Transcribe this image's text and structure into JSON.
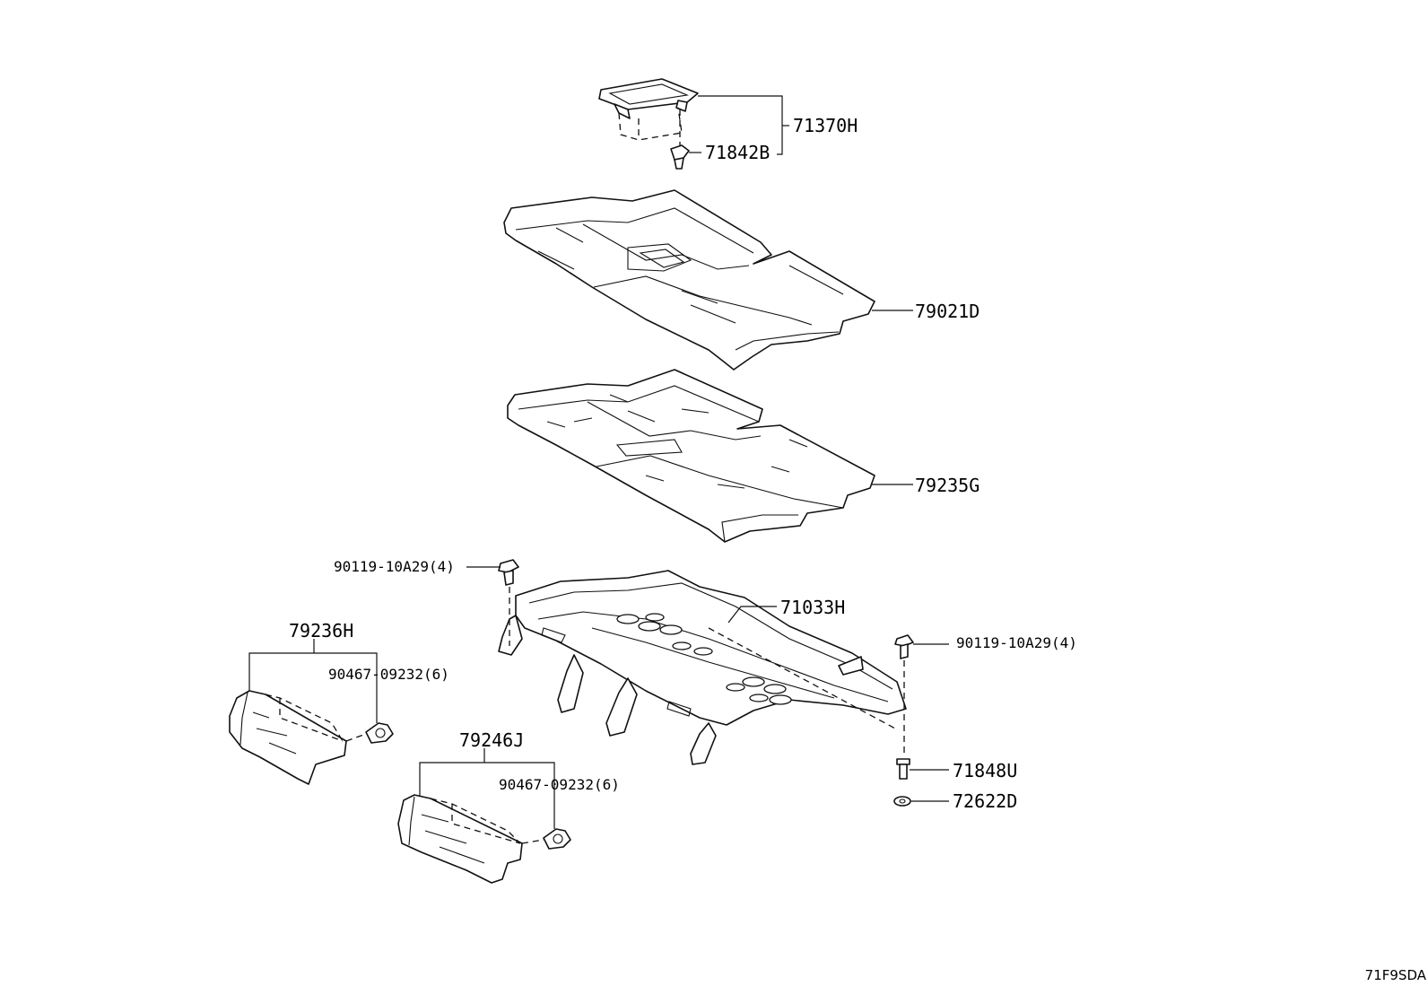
{
  "diagram": {
    "code": "71F9SDA",
    "labels": {
      "p71370H": "71370H",
      "p71842B": "71842B",
      "p79021D": "79021D",
      "p79235G": "79235G",
      "p90119a": "90119-10A29(4)",
      "p71033H": "71033H",
      "p90119b": "90119-10A29(4)",
      "p79236H": "79236H",
      "p90467a": "90467-09232(6)",
      "p79246J": "79246J",
      "p90467b": "90467-09232(6)",
      "p71848U": "71848U",
      "p72622D": "72622D"
    }
  }
}
